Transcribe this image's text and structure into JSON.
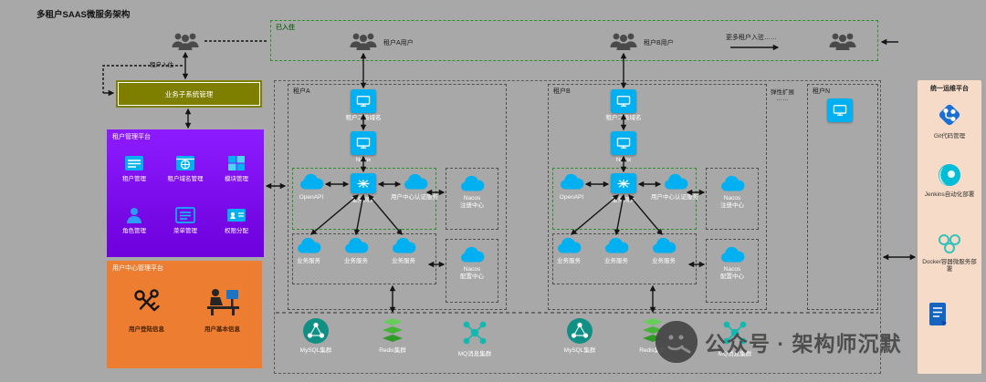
{
  "title": "多租户SAAS微服务架构",
  "onboard": {
    "label": "已入住",
    "tenant_a_users": "租户A用户",
    "tenant_b_users": "租户B用户",
    "more": "更多租户入驻……",
    "entry_label": "租户入住"
  },
  "left": {
    "business_subsystem": "业务子系统管理",
    "tenant_platform": {
      "title": "租户管理平台",
      "items": [
        "租户管理",
        "租户域名管理",
        "模块管理",
        "角色管理",
        "菜单管理",
        "权限分配"
      ]
    },
    "user_center": {
      "title": "用户中心管理平台",
      "items": [
        "用户登陆信息",
        "用户基本信息"
      ]
    }
  },
  "tenant_a": {
    "title": "租户A",
    "domain": "租户二级域名",
    "nginx": "Nginx",
    "openapi": "OpenAPI",
    "gateway": "服务网关",
    "auth": "用户中心认证服务",
    "registry": "Nacos\n注册中心",
    "config": "Nacos\n配置中心",
    "services": [
      "业务服务",
      "业务服务",
      "业务服务"
    ]
  },
  "tenant_b": {
    "title": "租户B",
    "domain": "租户二级域名",
    "nginx": "Nginx",
    "openapi": "OpenAPI",
    "gateway": "服务网关",
    "auth": "用户中心认证服务",
    "registry": "Nacos\n注册中心",
    "config": "Nacos\n配置中心",
    "services": [
      "业务服务",
      "业务服务",
      "业务服务"
    ]
  },
  "elastic": {
    "label": "弹性扩展",
    "dots": "……"
  },
  "tenant_n": {
    "title": "租户N"
  },
  "infra_a": [
    "MySQL集群",
    "Redis集群",
    "MQ消息集群"
  ],
  "infra_b": [
    "MySQL集群",
    "Redis集群",
    "MQ消息集群"
  ],
  "ops": {
    "title": "统一运维平台",
    "items": [
      "Git代码管理",
      "Jenkins自动化部署",
      "Docker容器微服务部署"
    ]
  },
  "watermark": {
    "text": "公众号 · 架构师沉默"
  },
  "colors": {
    "accent_blue": "#00b0f0",
    "purple": "#7a10ea",
    "orange": "#ed7d31",
    "olive": "#7e7e00",
    "green_dash": "#2f8f2f",
    "peach": "#f6dcc8",
    "teal": "#14b8b0",
    "redis_green": "#44b437"
  },
  "icons": {
    "tenant-users": "people-group",
    "service": "cloud",
    "gateway": "network-node",
    "domain": "monitor-tile",
    "mysql": "node-circle",
    "redis": "layer-stack",
    "mq": "connected-nodes",
    "git": "branch-diamond",
    "jenkins": "cyan-disc",
    "docker": "circle-cluster",
    "log": "document"
  }
}
